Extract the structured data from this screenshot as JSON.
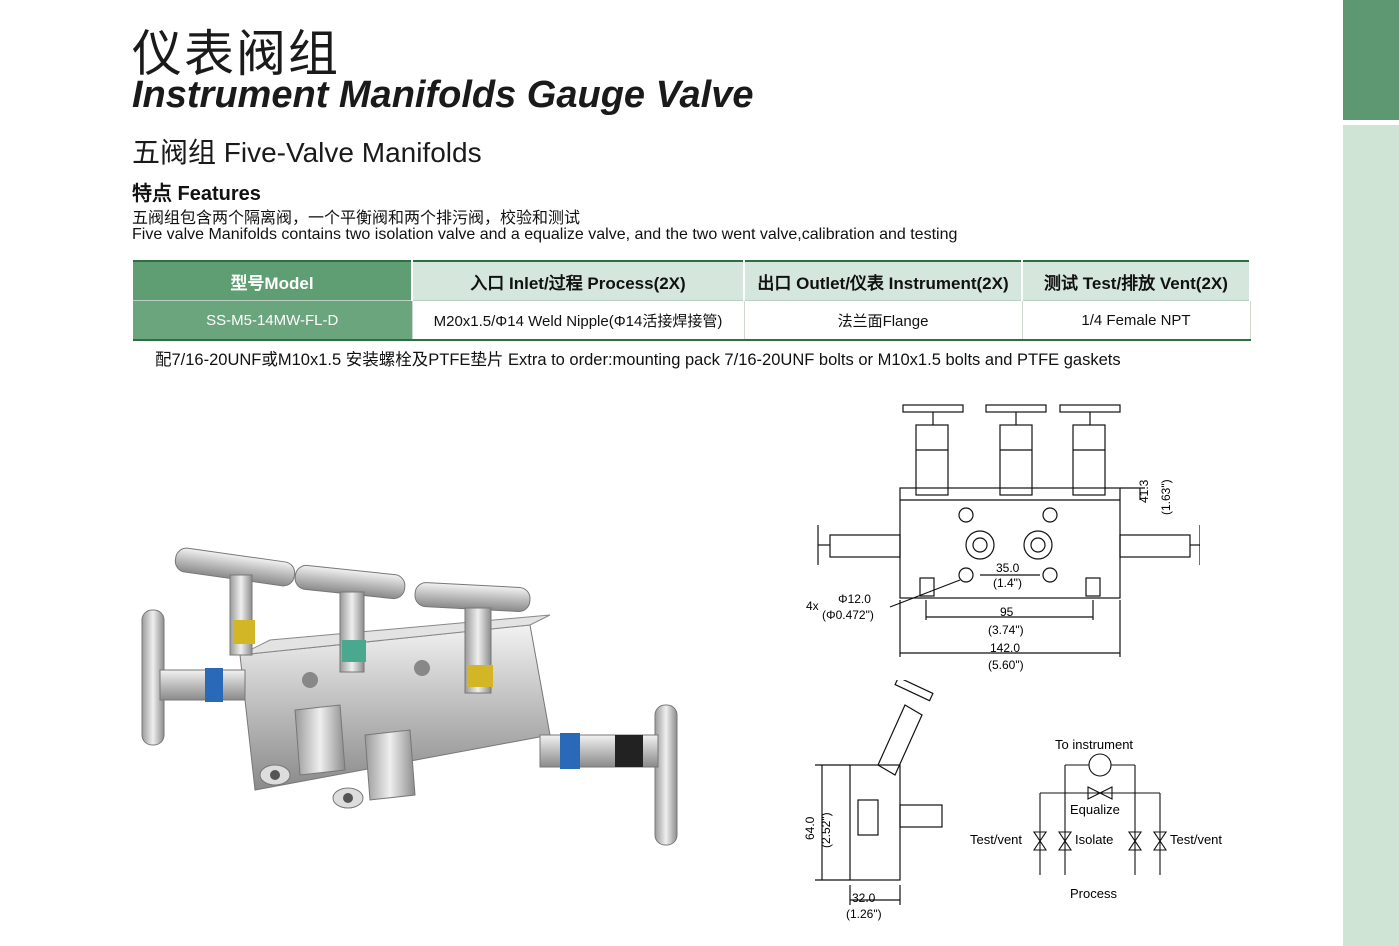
{
  "title_cn": "仪表阀组",
  "title_en": "Instrument  Manifolds Gauge Valve",
  "subtitle": "五阀组 Five-Valve Manifolds",
  "features": {
    "heading": "特点 Features",
    "text_cn": "五阀组包含两个隔离阀，一个平衡阀和两个排污阀，校验和测试",
    "text_en": "Five valve Manifolds contains two isolation valve and a equalize valve, and the two went valve,calibration and testing"
  },
  "table": {
    "headers": [
      "型号Model",
      "入口 Inlet/过程 Process(2X)",
      "出口 Outlet/仪表 Instrument(2X)",
      "测试 Test/排放 Vent(2X)"
    ],
    "row": [
      "SS-M5-14MW-FL-D",
      "M20x1.5/Φ14 Weld Nipple(Φ14活接焊接管)",
      "法兰面Flange",
      "1/4 Female NPT"
    ]
  },
  "order_note": "配7/16-20UNF或M10x1.5 安装螺栓及PTFE垫片  Extra to order:mounting pack 7/16-20UNF bolts or M10x1.5 bolts and PTFE gaskets",
  "drawing": {
    "dim_41_3": "41.3",
    "dim_1_63": "(1.63\")",
    "dim_35": "35.0",
    "dim_1_4": "(1.4\")",
    "dim_4x": "4x",
    "dim_phi12": "Φ12.0",
    "dim_phi0472": "(Φ0.472\")",
    "dim_95": "95",
    "dim_3_74": "(3.74\")",
    "dim_142": "142.0",
    "dim_5_60": "(5.60\")",
    "dim_64": "64.0",
    "dim_2_52": "(2.52\")",
    "dim_32": "32.0",
    "dim_1_26": "(1.26\")"
  },
  "schematic": {
    "to_instrument": "To instrument",
    "equalize": "Equalize",
    "test_vent_left": "Test/vent",
    "isolate": "Isolate",
    "test_vent_right": "Test/vent",
    "process": "Process"
  },
  "colors": {
    "accent_dark": "#5e9872",
    "accent_light": "#d0e4d6",
    "table_header": "#d5e7dc",
    "table_border": "#2e6e45"
  }
}
